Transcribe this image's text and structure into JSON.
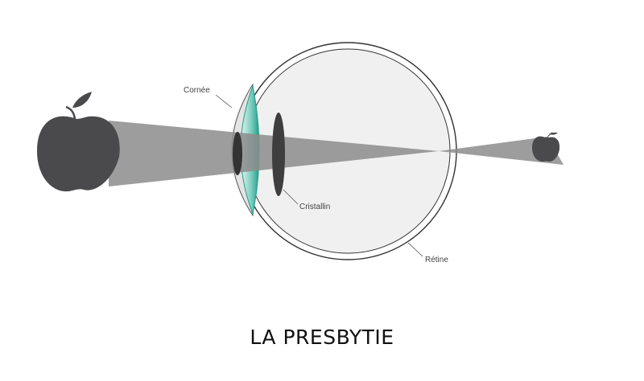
{
  "title": "LA PRESBYTIE",
  "labels": {
    "cornea": "Cornée",
    "lens": "Cristallin",
    "retina": "Rétine"
  },
  "colors": {
    "eyeball_fill": "#f0f0f0",
    "outline": "#333333",
    "cornea_teal": "#2aa894",
    "apple": "#4a4a4c",
    "beam": "#8c8c8c"
  }
}
